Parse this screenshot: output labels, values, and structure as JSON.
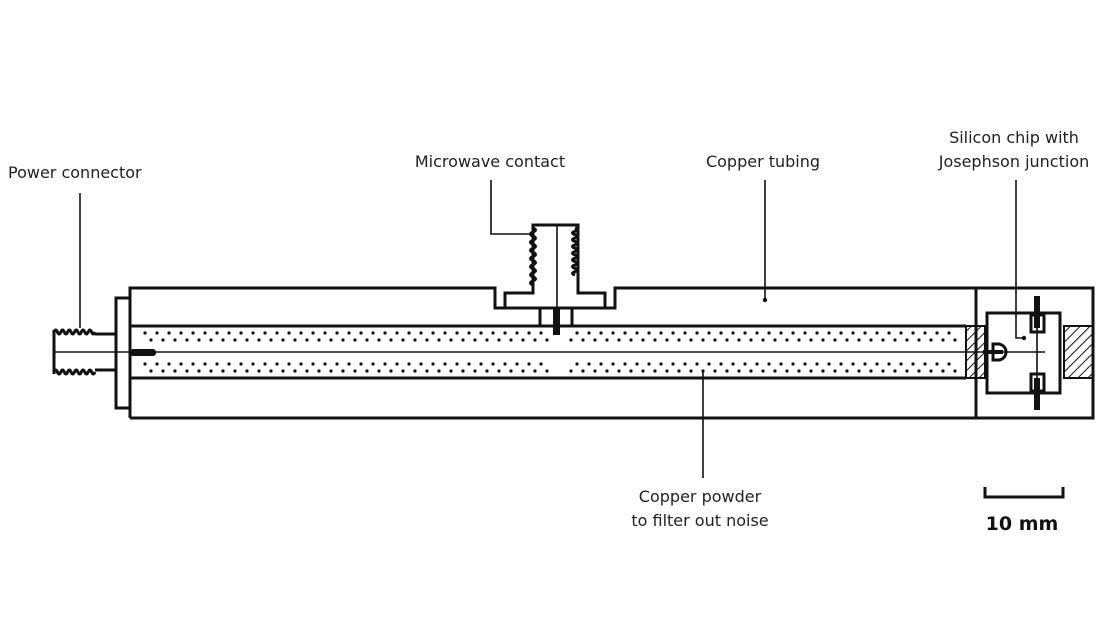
{
  "labels": {
    "power_connector": "Power connector",
    "microwave_contact": "Microwave contact",
    "copper_tubing": "Copper tubing",
    "silicon_chip_line1": "Silicon chip with",
    "silicon_chip_line2": "Josephson junction",
    "copper_powder_line1": "Copper powder",
    "copper_powder_line2": "to filter out noise"
  },
  "scale_bar": {
    "label": "10 mm"
  },
  "colors": {
    "line": "#111111",
    "background": "#ffffff"
  }
}
